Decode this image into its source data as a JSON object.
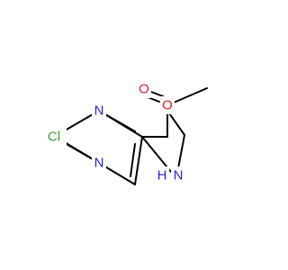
{
  "molecule": {
    "atoms": {
      "chlorine": {
        "label": "Cl",
        "color": "#33a033"
      },
      "ring_nitrogen_top": {
        "label": "N",
        "color": "#2222dd"
      },
      "ring_nitrogen_bottom": {
        "label": "N",
        "color": "#2222dd"
      },
      "pyrrole_nh": {
        "label": "N",
        "color": "#2222dd"
      },
      "pyrrole_nh_hydrogen": {
        "label": "H",
        "color": "#2222dd"
      },
      "carbonyl_oxygen": {
        "label": "O",
        "color": "#dd2222"
      },
      "ester_oxygen": {
        "label": "O",
        "color": "#dd2222"
      }
    },
    "bond_color": "#000000"
  }
}
